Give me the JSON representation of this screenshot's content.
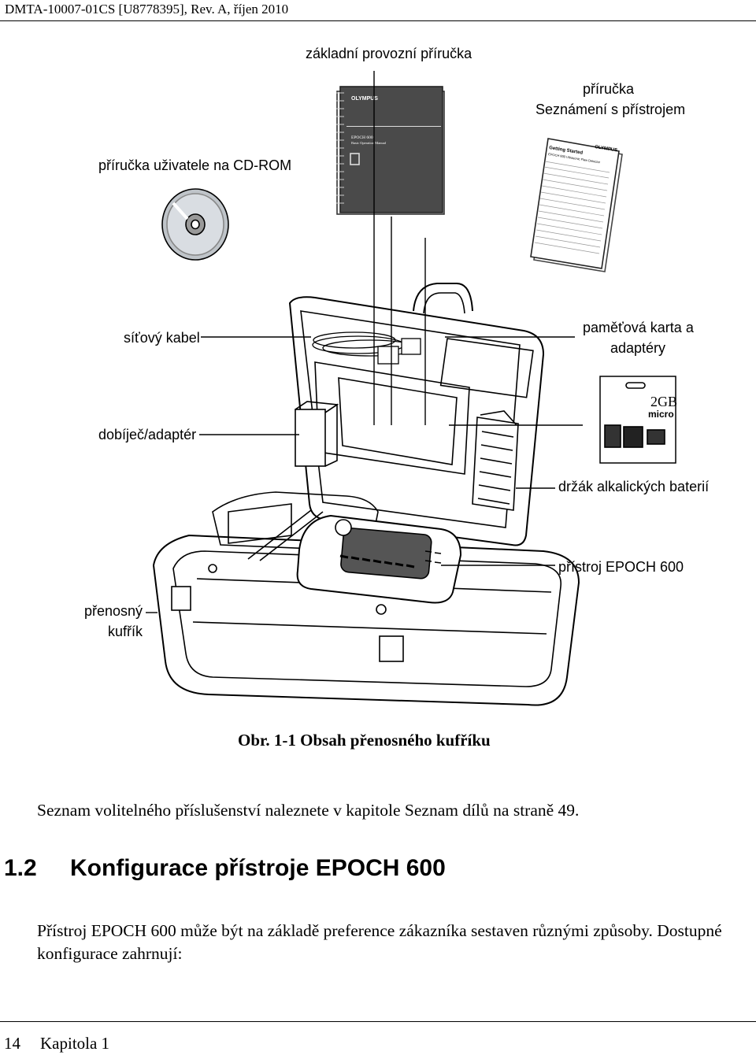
{
  "header": {
    "text": "DMTA-10007-01CS [U8778395], Rev. A, říjen 2010"
  },
  "figure": {
    "labels": {
      "basic_manual": "základní provozní příručka",
      "getting_started_line1": "příručka",
      "getting_started_line2": "Seznámení s přístrojem",
      "cdrom": "příručka uživatele na CD-ROM",
      "power_cable": "síťový kabel",
      "memory_line1": "paměťová karta a",
      "memory_line2": "adaptéry",
      "charger": "dobíječ/adaptér",
      "battery_holder": "držák alkalických baterií",
      "instrument": "přístroj EPOCH 600",
      "case_line1": "přenosný",
      "case_line2": "kufřík"
    },
    "book_brand": "OLYMPUS",
    "book_title": "EPOCH 600",
    "book_subtitle": "Basic Operation Manual",
    "sheet_brand": "OLYMPUS",
    "sheet_title": "Getting Started",
    "sheet_subtitle": "EPOCH 600 Ultrasonic Flaw Detector",
    "card_capacity": "2GB",
    "card_type": "micro"
  },
  "caption": "Obr. 1-1  Obsah přenosného kufříku",
  "body": {
    "para1": "Seznam volitelného příslušenství naleznete v kapitole Seznam dílů na straně 49.",
    "section_number": "1.2",
    "section_title": "Konfigurace přístroje EPOCH 600",
    "para2": "Přístroj EPOCH 600 může být na základě preference zákazníka sestaven různými způsoby. Dostupné konfigurace zahrnují:"
  },
  "footer": {
    "page": "14",
    "chapter": "Kapitola 1"
  }
}
